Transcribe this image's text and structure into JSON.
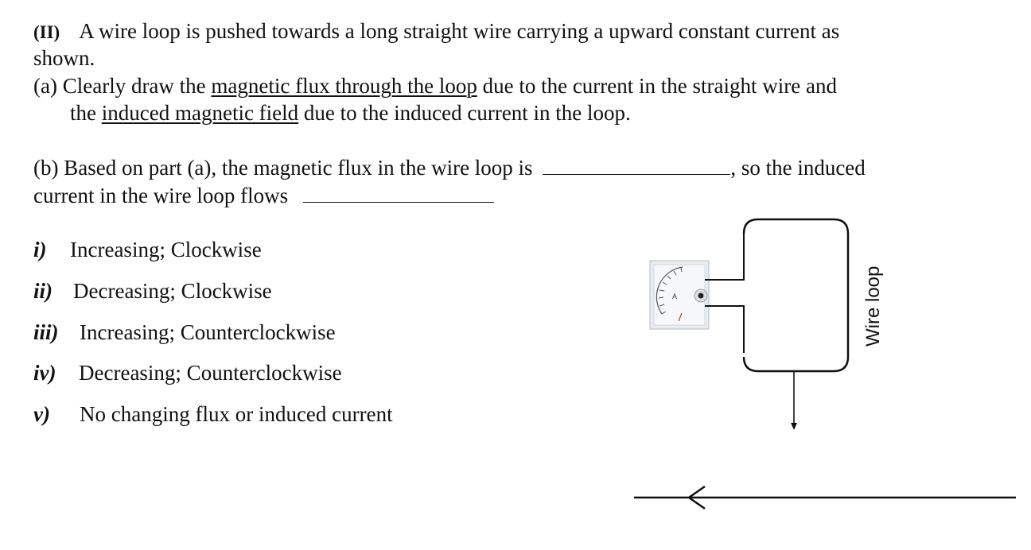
{
  "question": {
    "number_label": "(II)",
    "intro_line1": "A wire loop is pushed towards a long straight wire carrying a upward constant current as",
    "intro_line2": "shown.",
    "part_a": {
      "label": "(a)",
      "text1": "Clearly draw the",
      "underline1": "magnetic flux through the loop",
      "text2": "due to the current in the straight wire and",
      "text3": "the",
      "underline2": "induced magnetic field",
      "text4": "due to the induced current in the loop."
    },
    "part_b": {
      "line1_text": "(b) Based on part (a), the magnetic flux in the wire loop is",
      "line1_after": ", so the induced",
      "line2_text": "current in the wire loop flows"
    }
  },
  "options": [
    {
      "num": "i)",
      "text": "Increasing; Clockwise"
    },
    {
      "num": "ii)",
      "text": "Decreasing; Clockwise"
    },
    {
      "num": "iii)",
      "text": "Increasing; Counterclockwise"
    },
    {
      "num": "iv)",
      "text": "Decreasing; Counterclockwise"
    },
    {
      "num": "v)",
      "text": "No changing flux or induced current"
    }
  ],
  "diagram": {
    "loop_label": "Wire loop",
    "meter_symbol": "A"
  }
}
